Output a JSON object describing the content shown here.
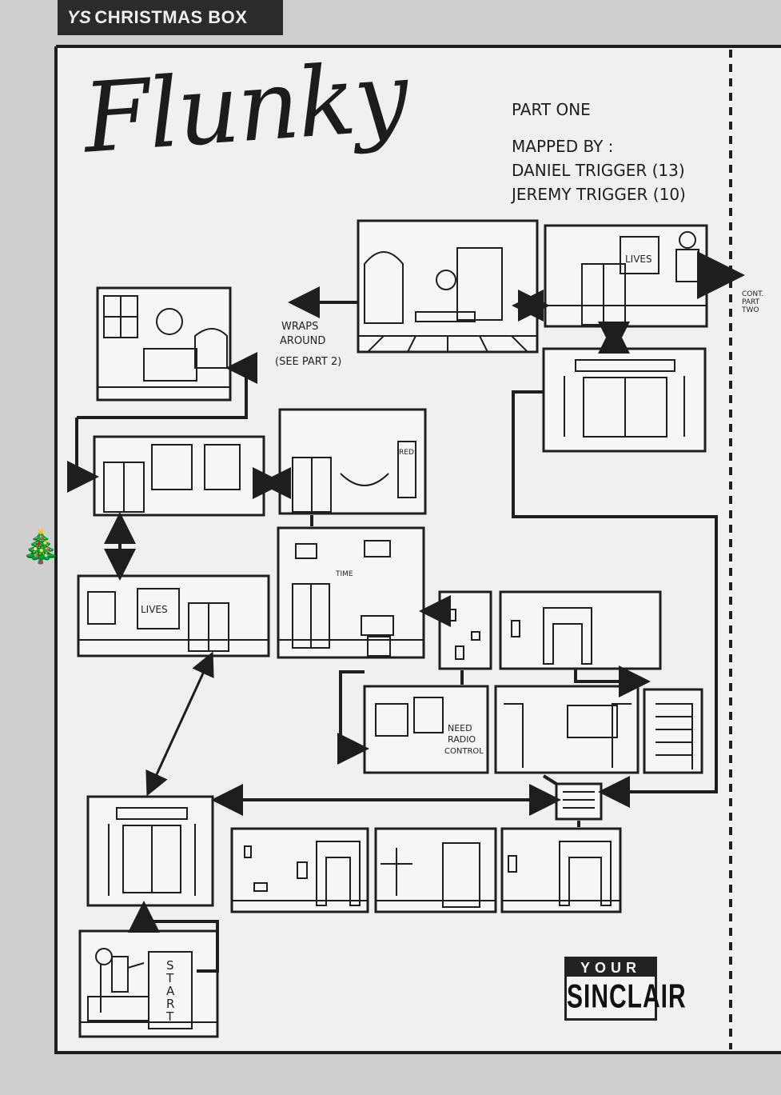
{
  "header": {
    "prefix": "YS",
    "label": "CHRISTMAS BOX"
  },
  "title": "Flunky",
  "credits": {
    "part": "PART ONE",
    "mapped_by": "MAPPED BY :",
    "authors": [
      "DANIEL TRIGGER (13)",
      "JEREMY TRIGGER (10)"
    ]
  },
  "annotations": {
    "wraps": [
      "WRAPS",
      "AROUND",
      "(SEE PART 2)"
    ],
    "cont": [
      "CONT.",
      "PART",
      "TWO"
    ],
    "radio": [
      "NEED",
      "RADIO",
      "CONTROL"
    ],
    "start": [
      "S",
      "T",
      "A",
      "R",
      "T"
    ],
    "lives": "LIVES",
    "red": "RED",
    "time": "TIME"
  },
  "logo": {
    "top": "YOUR",
    "bottom": "SINCLAIR"
  },
  "icons": {
    "tree": "christmas-tree-icon"
  },
  "colors": {
    "ink": "#1e1e1e",
    "paper": "#f2f2f2",
    "background": "#cfcfcf"
  }
}
